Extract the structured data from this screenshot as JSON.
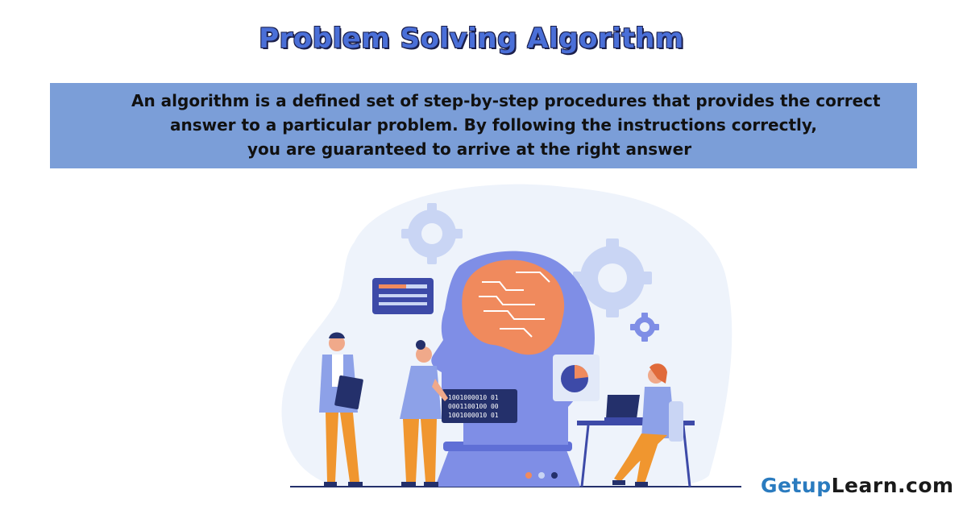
{
  "title": "Problem Solving Algorithm",
  "description": {
    "line1": "An algorithm is a defined set of step-by-step procedures that provides the correct",
    "line2": "answer to a particular problem. By following the instructions correctly,",
    "line3": "you are guaranteed to arrive at the right answer"
  },
  "binary_panel": {
    "row1": "1001000010 01",
    "row2": "0001100100 00",
    "row3": "1001000010 01"
  },
  "brand": {
    "part1": "Getup",
    "part2": "Learn.com"
  },
  "colors": {
    "title_fill": "#4a6fd8",
    "banner_bg": "#7b9ed8",
    "brain": "#f08a5d",
    "head": "#7f8ee6",
    "navy": "#24306b",
    "brand_getup": "#2a7bbf"
  },
  "icons": [
    "gear-icon",
    "pie-chart-icon",
    "laptop-icon",
    "clipboard-icon"
  ]
}
